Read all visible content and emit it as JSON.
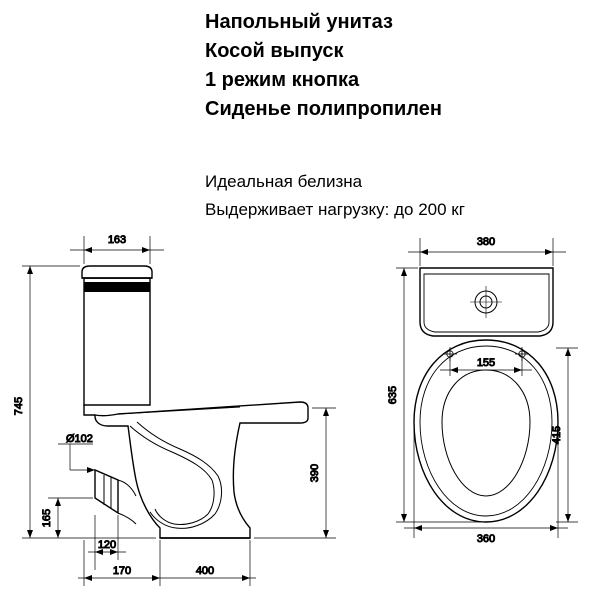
{
  "title": {
    "lines": [
      "Напольный унитаз",
      "Косой выпуск",
      "1 режим кнопка",
      "Сиденье полипропилен"
    ]
  },
  "subtitle": {
    "lines": [
      "Идеальная белизна",
      "Выдерживает нагрузку: до 200 кг"
    ]
  },
  "drawings": {
    "side_view": {
      "name": "side-elevation",
      "dimensions": {
        "tank_width": "163",
        "total_height": "745",
        "outlet_diameter": "Ø102",
        "outlet_height": "165",
        "bowl_height": "390",
        "outlet_offset": "120",
        "base_offset": "170",
        "base_depth": "400"
      }
    },
    "top_view": {
      "name": "plan-view",
      "dimensions": {
        "tank_width": "380",
        "total_depth": "635",
        "bolt_spacing": "155",
        "bowl_length": "415",
        "bowl_width": "360"
      }
    }
  },
  "colors": {
    "line": "#000000",
    "background": "#ffffff"
  }
}
